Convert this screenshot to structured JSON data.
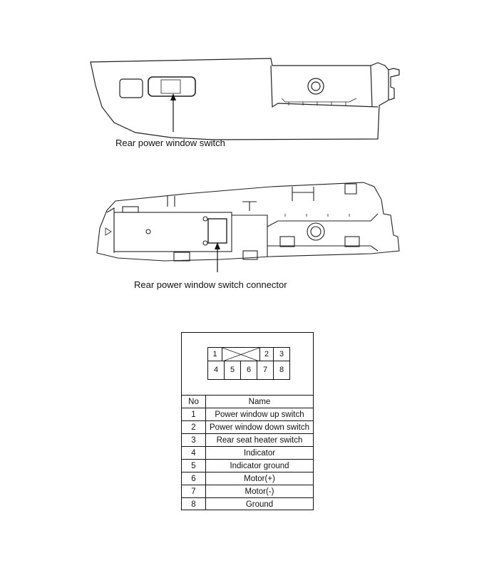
{
  "labels": {
    "switch": "Rear power window switch",
    "connector": "Rear power window switch connector"
  },
  "connector": {
    "pins_top": [
      "1",
      "",
      "2",
      "3"
    ],
    "pins_bottom": [
      "4",
      "5",
      "6",
      "7",
      "8"
    ],
    "headers": {
      "no": "No",
      "name": "Name"
    },
    "rows": [
      {
        "no": "1",
        "name": "Power window up switch"
      },
      {
        "no": "2",
        "name": "Power window down switch"
      },
      {
        "no": "3",
        "name": "Rear seat heater switch"
      },
      {
        "no": "4",
        "name": "Indicator"
      },
      {
        "no": "5",
        "name": "Indicator ground"
      },
      {
        "no": "6",
        "name": "Motor(+)"
      },
      {
        "no": "7",
        "name": "Motor(-)"
      },
      {
        "no": "8",
        "name": "Ground"
      }
    ]
  }
}
